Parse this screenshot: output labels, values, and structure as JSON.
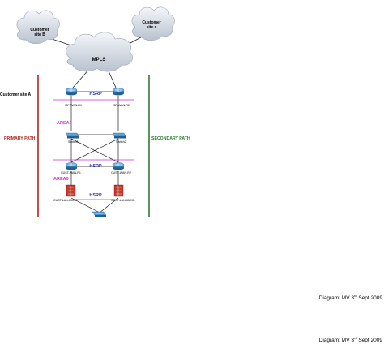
{
  "clouds": {
    "site_b": {
      "line1": "Customer",
      "line2": "site B"
    },
    "site_c": {
      "line1": "Customer",
      "line2": "site c"
    },
    "mpls": "MPLS"
  },
  "site_a_label": "Customer site A",
  "paths": {
    "primary": {
      "label": "PRIMARY PATH",
      "color": "#b22222"
    },
    "secondary": {
      "label": "SECONDARY PATH",
      "color": "#2e7d32"
    }
  },
  "hsrp_label": "HSRP",
  "area_labels": [
    "AREA0",
    "AREA0"
  ],
  "devices": {
    "router_a1": "ISP-WAN-R1",
    "router_a2": "ISP-WAN-R2",
    "switch1": "Switch1",
    "switch2": "Switch2",
    "router_b1": "CUST-WAN-R1",
    "router_b2": "CUST-WAN-R2",
    "fw1": "CUST-LAN-6509A",
    "fw2": "CUST-LAN-6509B"
  },
  "footer": {
    "prefix": "Diagram: MV 3",
    "sup": "rd",
    "suffix": " Sept 2009"
  },
  "colors": {
    "hsrp_line": "#cc33cc",
    "hsrp_text": "#2b2bb0",
    "area_text": "#cc33cc",
    "router": "#2f79b8",
    "firewall": "#c0392b"
  }
}
